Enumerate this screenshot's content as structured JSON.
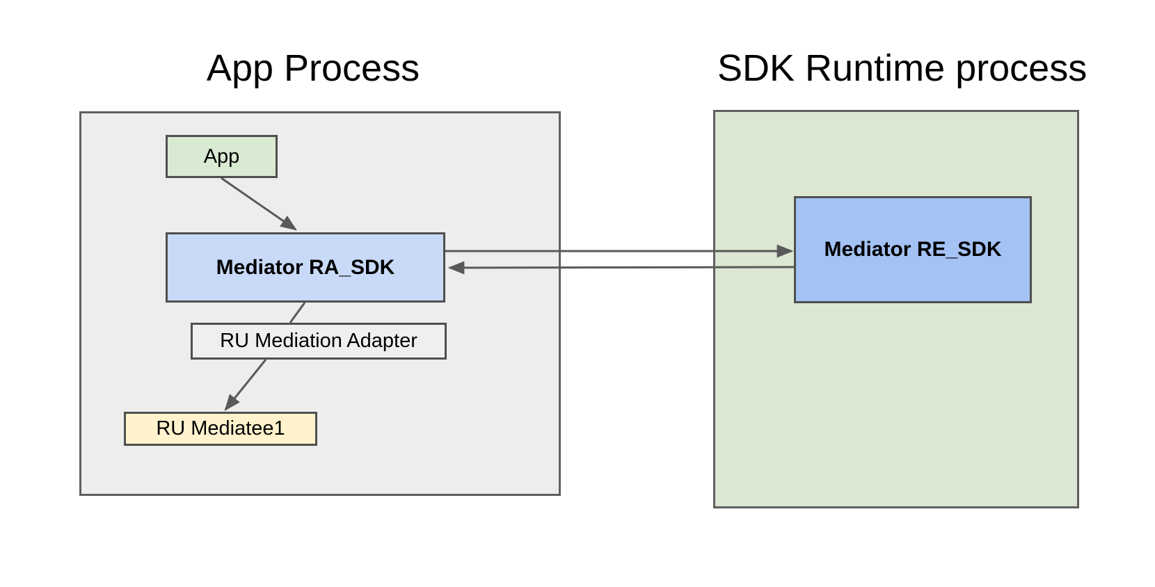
{
  "diagram": {
    "app_process": {
      "title": "App Process"
    },
    "sdk_runtime_process": {
      "title": "SDK Runtime process"
    },
    "nodes": {
      "app": {
        "label": "App",
        "fill": "#d9ead3"
      },
      "mediator_ra_sdk": {
        "label": "Mediator RA_SDK",
        "fill": "#c9daf8"
      },
      "ru_mediation_adapter": {
        "label": "RU Mediation Adapter",
        "fill": "#efefef"
      },
      "ru_mediatee1": {
        "label": "RU Mediatee1",
        "fill": "#fff2cc"
      },
      "mediator_re_sdk": {
        "label": "Mediator RE_SDK",
        "fill": "#a4c2f4"
      }
    },
    "edges": [
      {
        "from": "App",
        "to": "Mediator RA_SDK",
        "arrowhead": true
      },
      {
        "from": "Mediator RA_SDK",
        "to": "RU Mediation Adapter",
        "arrowhead": false
      },
      {
        "from": "RU Mediation Adapter",
        "to": "RU Mediatee1",
        "arrowhead": true
      },
      {
        "from": "Mediator RA_SDK",
        "to": "Mediator RE_SDK",
        "arrowhead": true
      },
      {
        "from": "Mediator RE_SDK",
        "to": "Mediator RA_SDK",
        "arrowhead": true
      }
    ],
    "colors": {
      "background": "#ffffff",
      "app_process_container_fill": "#ededed",
      "sdk_runtime_container_fill": "#dce7d3",
      "container_border": "#5f5f5f",
      "node_border": "#4f4f4f",
      "arrow": "#595959",
      "text": "#000000"
    }
  }
}
